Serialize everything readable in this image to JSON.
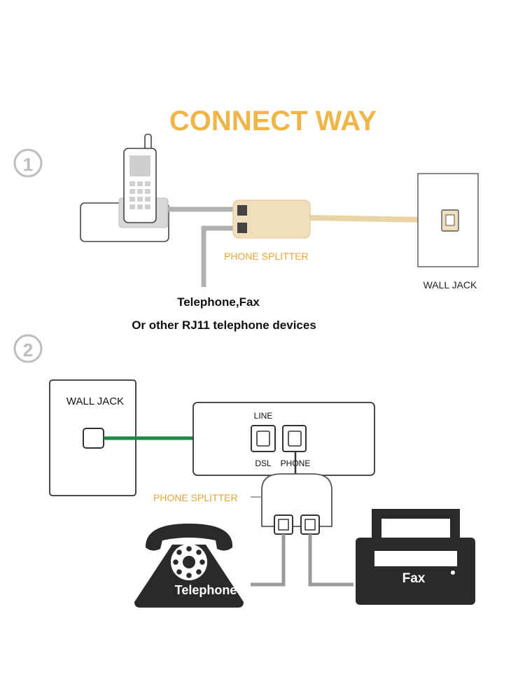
{
  "title": "CONNECT WAY",
  "colors": {
    "title": "#f0b548",
    "splitter_label": "#e8a534",
    "splitter_body": "#f0dfbd",
    "cable_gray": "#b0b0b0",
    "cable_green": "#1a8a3c",
    "device_black": "#2a2a2a",
    "outline": "#333333"
  },
  "section1": {
    "badge": "①",
    "splitter_label": "PHONE SPLITTER",
    "wall_jack_label": "WALL JACK",
    "devices_line1": "Telephone,Fax",
    "devices_line2": "Or other RJ11 telephone devices"
  },
  "section2": {
    "badge": "②",
    "wall_jack_label": "WALL JACK",
    "modem_port_line": "LINE",
    "modem_port_dsl": "DSL",
    "modem_port_phone": "PHONE",
    "splitter_label": "PHONE SPLITTER",
    "telephone_label": "Telephone",
    "fax_label": "Fax"
  },
  "icons": {
    "cordless_phone": "cordless-phone-icon",
    "rotary_phone": "rotary-telephone-icon",
    "fax_machine": "fax-machine-icon"
  }
}
